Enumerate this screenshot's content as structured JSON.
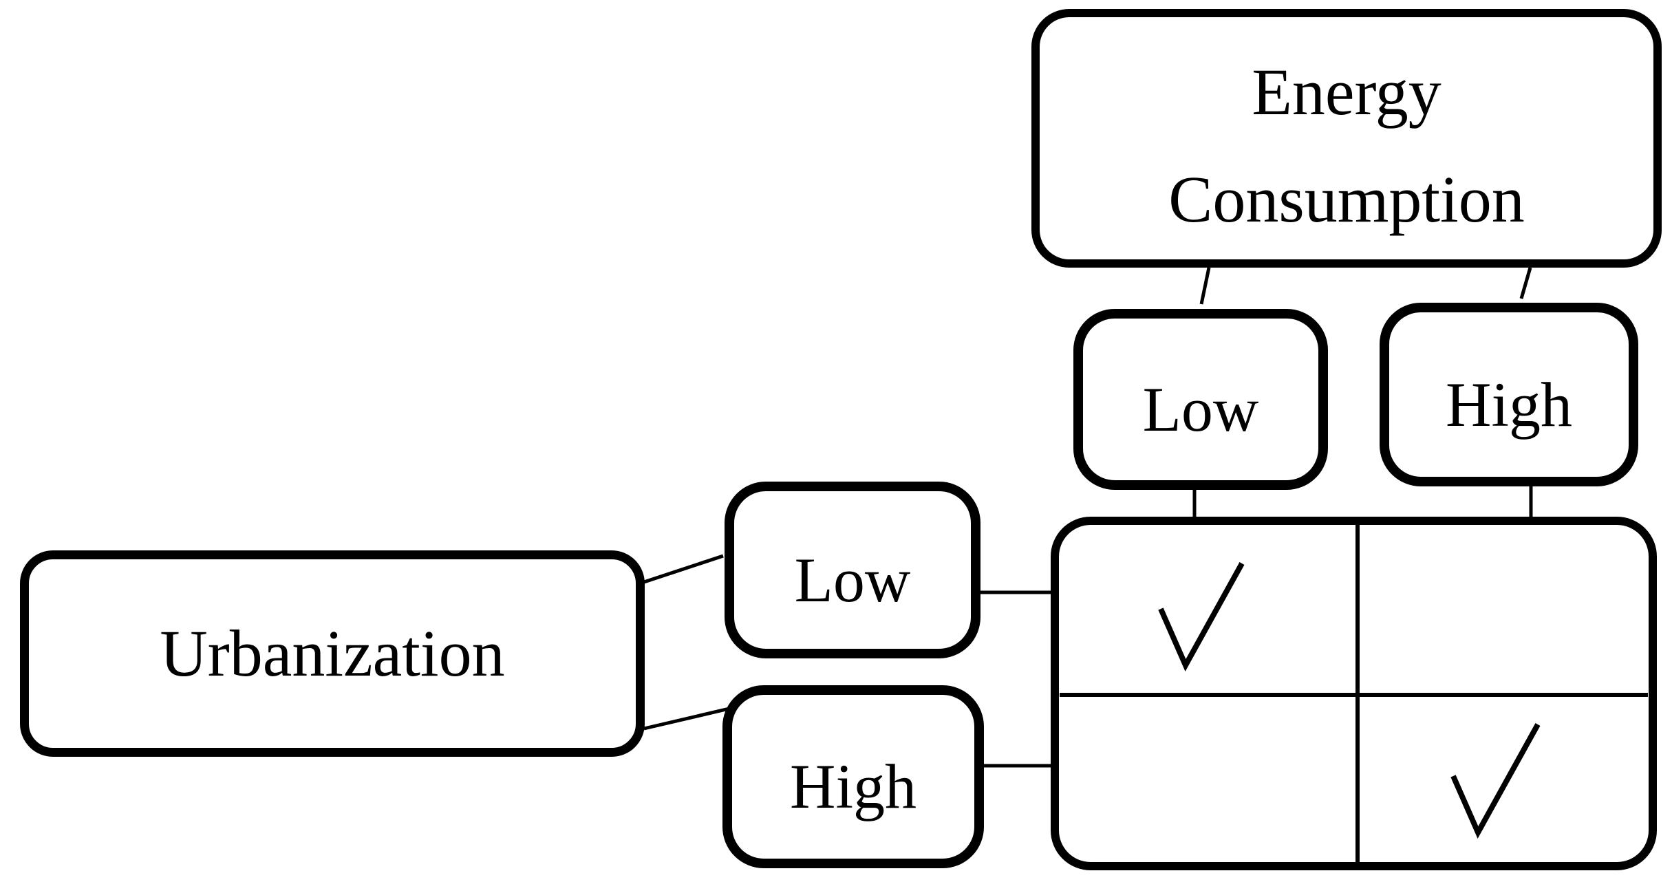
{
  "diagram": {
    "background_color": "#ffffff",
    "line_color": "#000000",
    "nodes": {
      "energy_consumption": {
        "label": "Energy Consumption",
        "line1": "Energy",
        "line2": "Consumption"
      },
      "energy_low": {
        "label": "Low"
      },
      "energy_high": {
        "label": "High"
      },
      "urbanization": {
        "label": "Urbanization"
      },
      "urbanization_low": {
        "label": "Low"
      },
      "urbanization_high": {
        "label": "High"
      }
    },
    "matrix": {
      "column_variable": "Energy Consumption",
      "row_variable": "Urbanization",
      "columns": [
        "Low",
        "High"
      ],
      "rows": [
        "Low",
        "High"
      ],
      "check_symbol_name": "checkmark",
      "cells": {
        "row_low_col_low": true,
        "row_low_col_high": false,
        "row_high_col_low": false,
        "row_high_col_high": true
      }
    }
  }
}
